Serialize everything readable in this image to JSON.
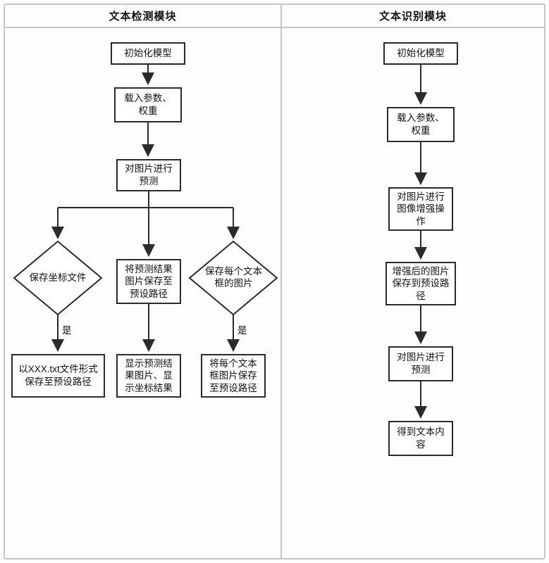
{
  "detection_panel": {
    "title": "文本检测模块",
    "nodes": {
      "init_model": "初始化模型",
      "load_params": "载入参数、权重",
      "predict": "对图片进行预测",
      "save_coord_file": "保存坐标文件",
      "save_result_image": "将预测结果图片保存至预设路径",
      "save_each_box": "保存每个文本框的图片",
      "yes_left": "是",
      "yes_right": "是",
      "save_txt": "以XXX.txt文件形式保存至预设路径",
      "show_results": "显示预测结果图片、显示坐标结果",
      "save_box_images": "将每个文本框图片保存至预设路径"
    }
  },
  "recognition_panel": {
    "title": "文本识别模块",
    "nodes": {
      "init_model": "初始化模型",
      "load_params": "载入参数、权重",
      "enhance_image": "对图片进行图像增强操作",
      "save_enhanced": "增强后的图片保存到预设路径",
      "predict": "对图片进行预测",
      "get_text": "得到文本内容"
    }
  }
}
